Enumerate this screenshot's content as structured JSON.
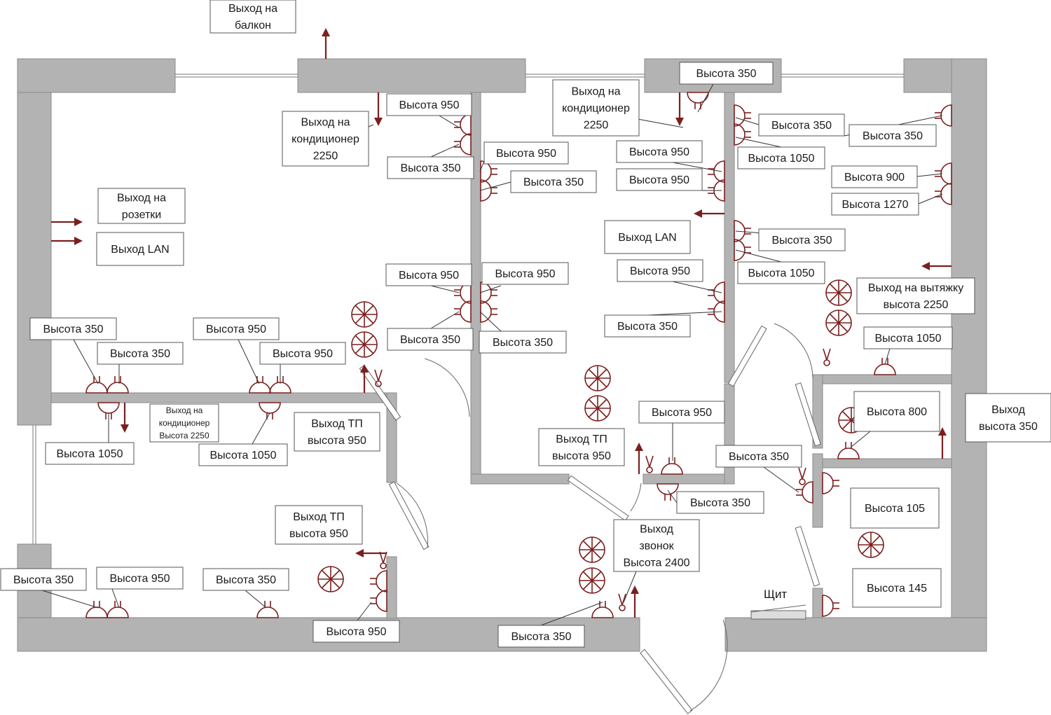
{
  "colors": {
    "wall": "#b3b3b3",
    "symbol": "#7b1f1f",
    "label_border": "#555555"
  },
  "icons": [
    "socket-icon",
    "double-socket-icon",
    "ceiling-light-icon",
    "switch-icon",
    "electrical-panel-icon",
    "outlet-arrow-icon"
  ],
  "labels": [
    {
      "text": "Выход на\nбалкон"
    },
    {
      "text": "Высота 350"
    },
    {
      "text": "Выход на\nкондиционер\n2250"
    },
    {
      "text": "Высота 950"
    },
    {
      "text": "Выход на\nкондиционер\n2250"
    },
    {
      "text": "Высота 350"
    },
    {
      "text": "Высота 950"
    },
    {
      "text": "Высота 350"
    },
    {
      "text": "Высота 950"
    },
    {
      "text": "Высота 950"
    },
    {
      "text": "Высота 350"
    },
    {
      "text": "Высота 1050"
    },
    {
      "text": "Высота 350"
    },
    {
      "text": "Высота 900"
    },
    {
      "text": "Высота 1270"
    },
    {
      "text": "Выход на\nрозетки"
    },
    {
      "text": "Выход LAN"
    },
    {
      "text": "Выход LAN"
    },
    {
      "text": "Высота 350"
    },
    {
      "text": "Высота 1050"
    },
    {
      "text": "Выход на вытяжку\nвысота 2250"
    },
    {
      "text": "Высота 950"
    },
    {
      "text": "Высота 950"
    },
    {
      "text": "Высота 950"
    },
    {
      "text": "Высота 350"
    },
    {
      "text": "Высота 350"
    },
    {
      "text": "Высота 350"
    },
    {
      "text": "Высота 1050"
    },
    {
      "text": "Высота 350"
    },
    {
      "text": "Высота 950"
    },
    {
      "text": "Высота 350"
    },
    {
      "text": "Высота 950"
    },
    {
      "text": "Выход на\nкондиционер\nВысота 2250"
    },
    {
      "text": "Выход ТП\nвысота 950"
    },
    {
      "text": "Высота 950"
    },
    {
      "text": "Высота 800"
    },
    {
      "text": "Выход\nвысота 350"
    },
    {
      "text": "Высота 1050"
    },
    {
      "text": "Высота 1050"
    },
    {
      "text": "Выход ТП\nвысота 950"
    },
    {
      "text": "Высота 350"
    },
    {
      "text": "Высота 350"
    },
    {
      "text": "Высота 105"
    },
    {
      "text": "Выход ТП\nвысота 950"
    },
    {
      "text": "Выход\nзвонок\nВысота 2400"
    },
    {
      "text": "Высота 350"
    },
    {
      "text": "Высота 950"
    },
    {
      "text": "Высота 350"
    },
    {
      "text": "Высота 145"
    },
    {
      "text": "Высота 950"
    },
    {
      "text": "Высота 350"
    }
  ],
  "panel_label": "Щит"
}
